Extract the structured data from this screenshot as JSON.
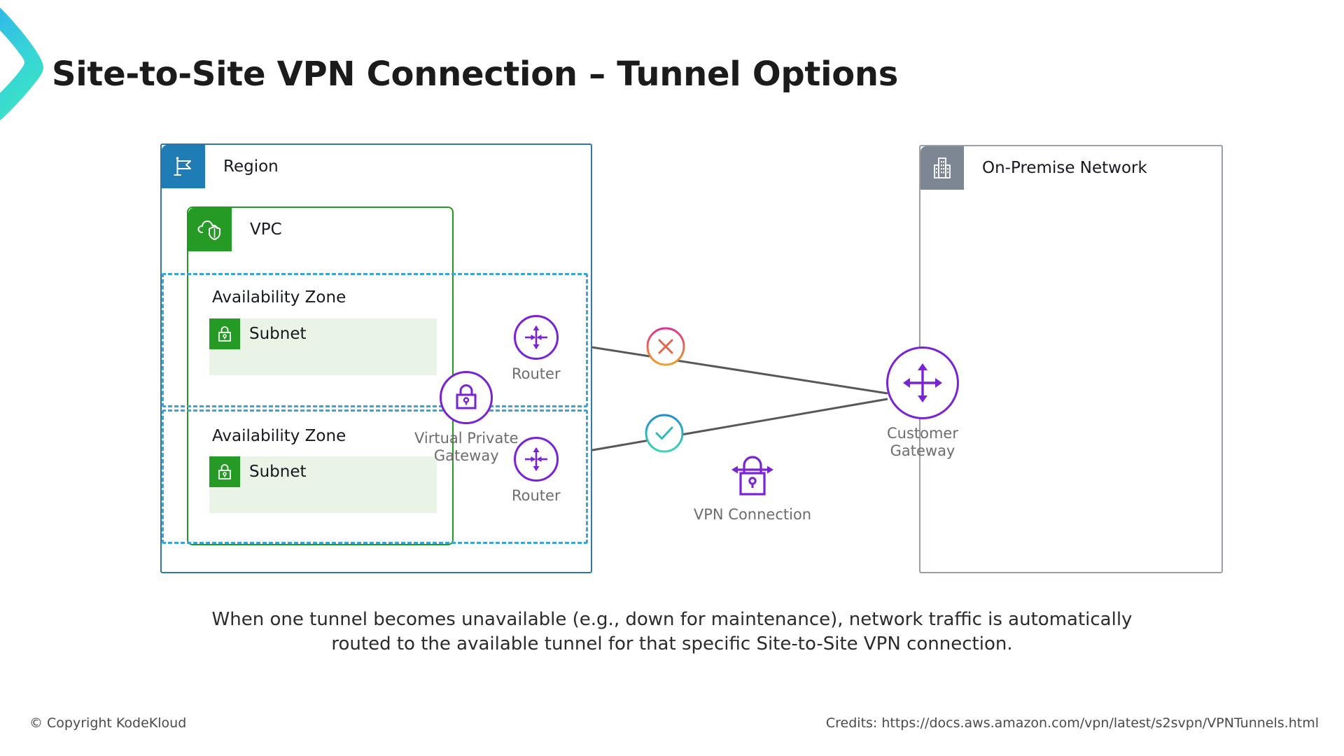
{
  "page": {
    "title": "Site-to-Site VPN Connection – Tunnel Options",
    "caption": "When one tunnel becomes unavailable (e.g., down for maintenance), network traffic is automatically routed to the available tunnel for that specific Site-to-Site VPN connection."
  },
  "colors": {
    "region_header": "#207cb5",
    "region_border": "#2e77a8",
    "vpc_header": "#259b25",
    "vpc_border": "#1f9c1f",
    "subnet_header": "#259b25",
    "subnet_body": "#eaf4e6",
    "availability_zone_border": "#39a4d8",
    "onprem_header": "#7d8794",
    "onprem_border": "#999fa8",
    "node_purple": "#7a22d6",
    "wire_gray": "#58585a",
    "status_down_from": "#e0338c",
    "status_down_to": "#f0a020",
    "status_up_from": "#1f8ed0",
    "status_up_to": "#36d6b5",
    "accent_from": "#29b6e8",
    "accent_to": "#35e0c8"
  },
  "region": {
    "label": "Region",
    "icon": "flag-icon"
  },
  "vpc": {
    "label": "VPC",
    "icon": "cloud-shield-icon"
  },
  "availability_zones": [
    {
      "label": "Availability Zone",
      "subnet": {
        "label": "Subnet",
        "icon": "padlock-icon"
      }
    },
    {
      "label": "Availability Zone",
      "subnet": {
        "label": "Subnet",
        "icon": "padlock-icon"
      }
    }
  ],
  "onprem": {
    "label": "On-Premise Network",
    "icon": "building-icon"
  },
  "nodes": {
    "virtual_private_gateway": {
      "label": "Virtual Private\nGateway",
      "icon": "padlock-circle-icon"
    },
    "router_top": {
      "label": "Router",
      "icon": "router-icon"
    },
    "router_bottom": {
      "label": "Router",
      "icon": "router-icon"
    },
    "customer_gateway": {
      "label": "Customer\nGateway",
      "icon": "four-way-arrow-icon"
    },
    "vpn_connection": {
      "label": "VPN Connection",
      "icon": "vpn-padlock-arrows-icon"
    }
  },
  "tunnel_status": {
    "tunnel_1": {
      "state": "down",
      "icon": "x-circle-icon"
    },
    "tunnel_2": {
      "state": "up",
      "icon": "check-circle-icon"
    }
  },
  "footer": {
    "copyright": "© Copyright KodeKloud",
    "credits": "Credits: https://docs.aws.amazon.com/vpn/latest/s2svpn/VPNTunnels.html"
  }
}
